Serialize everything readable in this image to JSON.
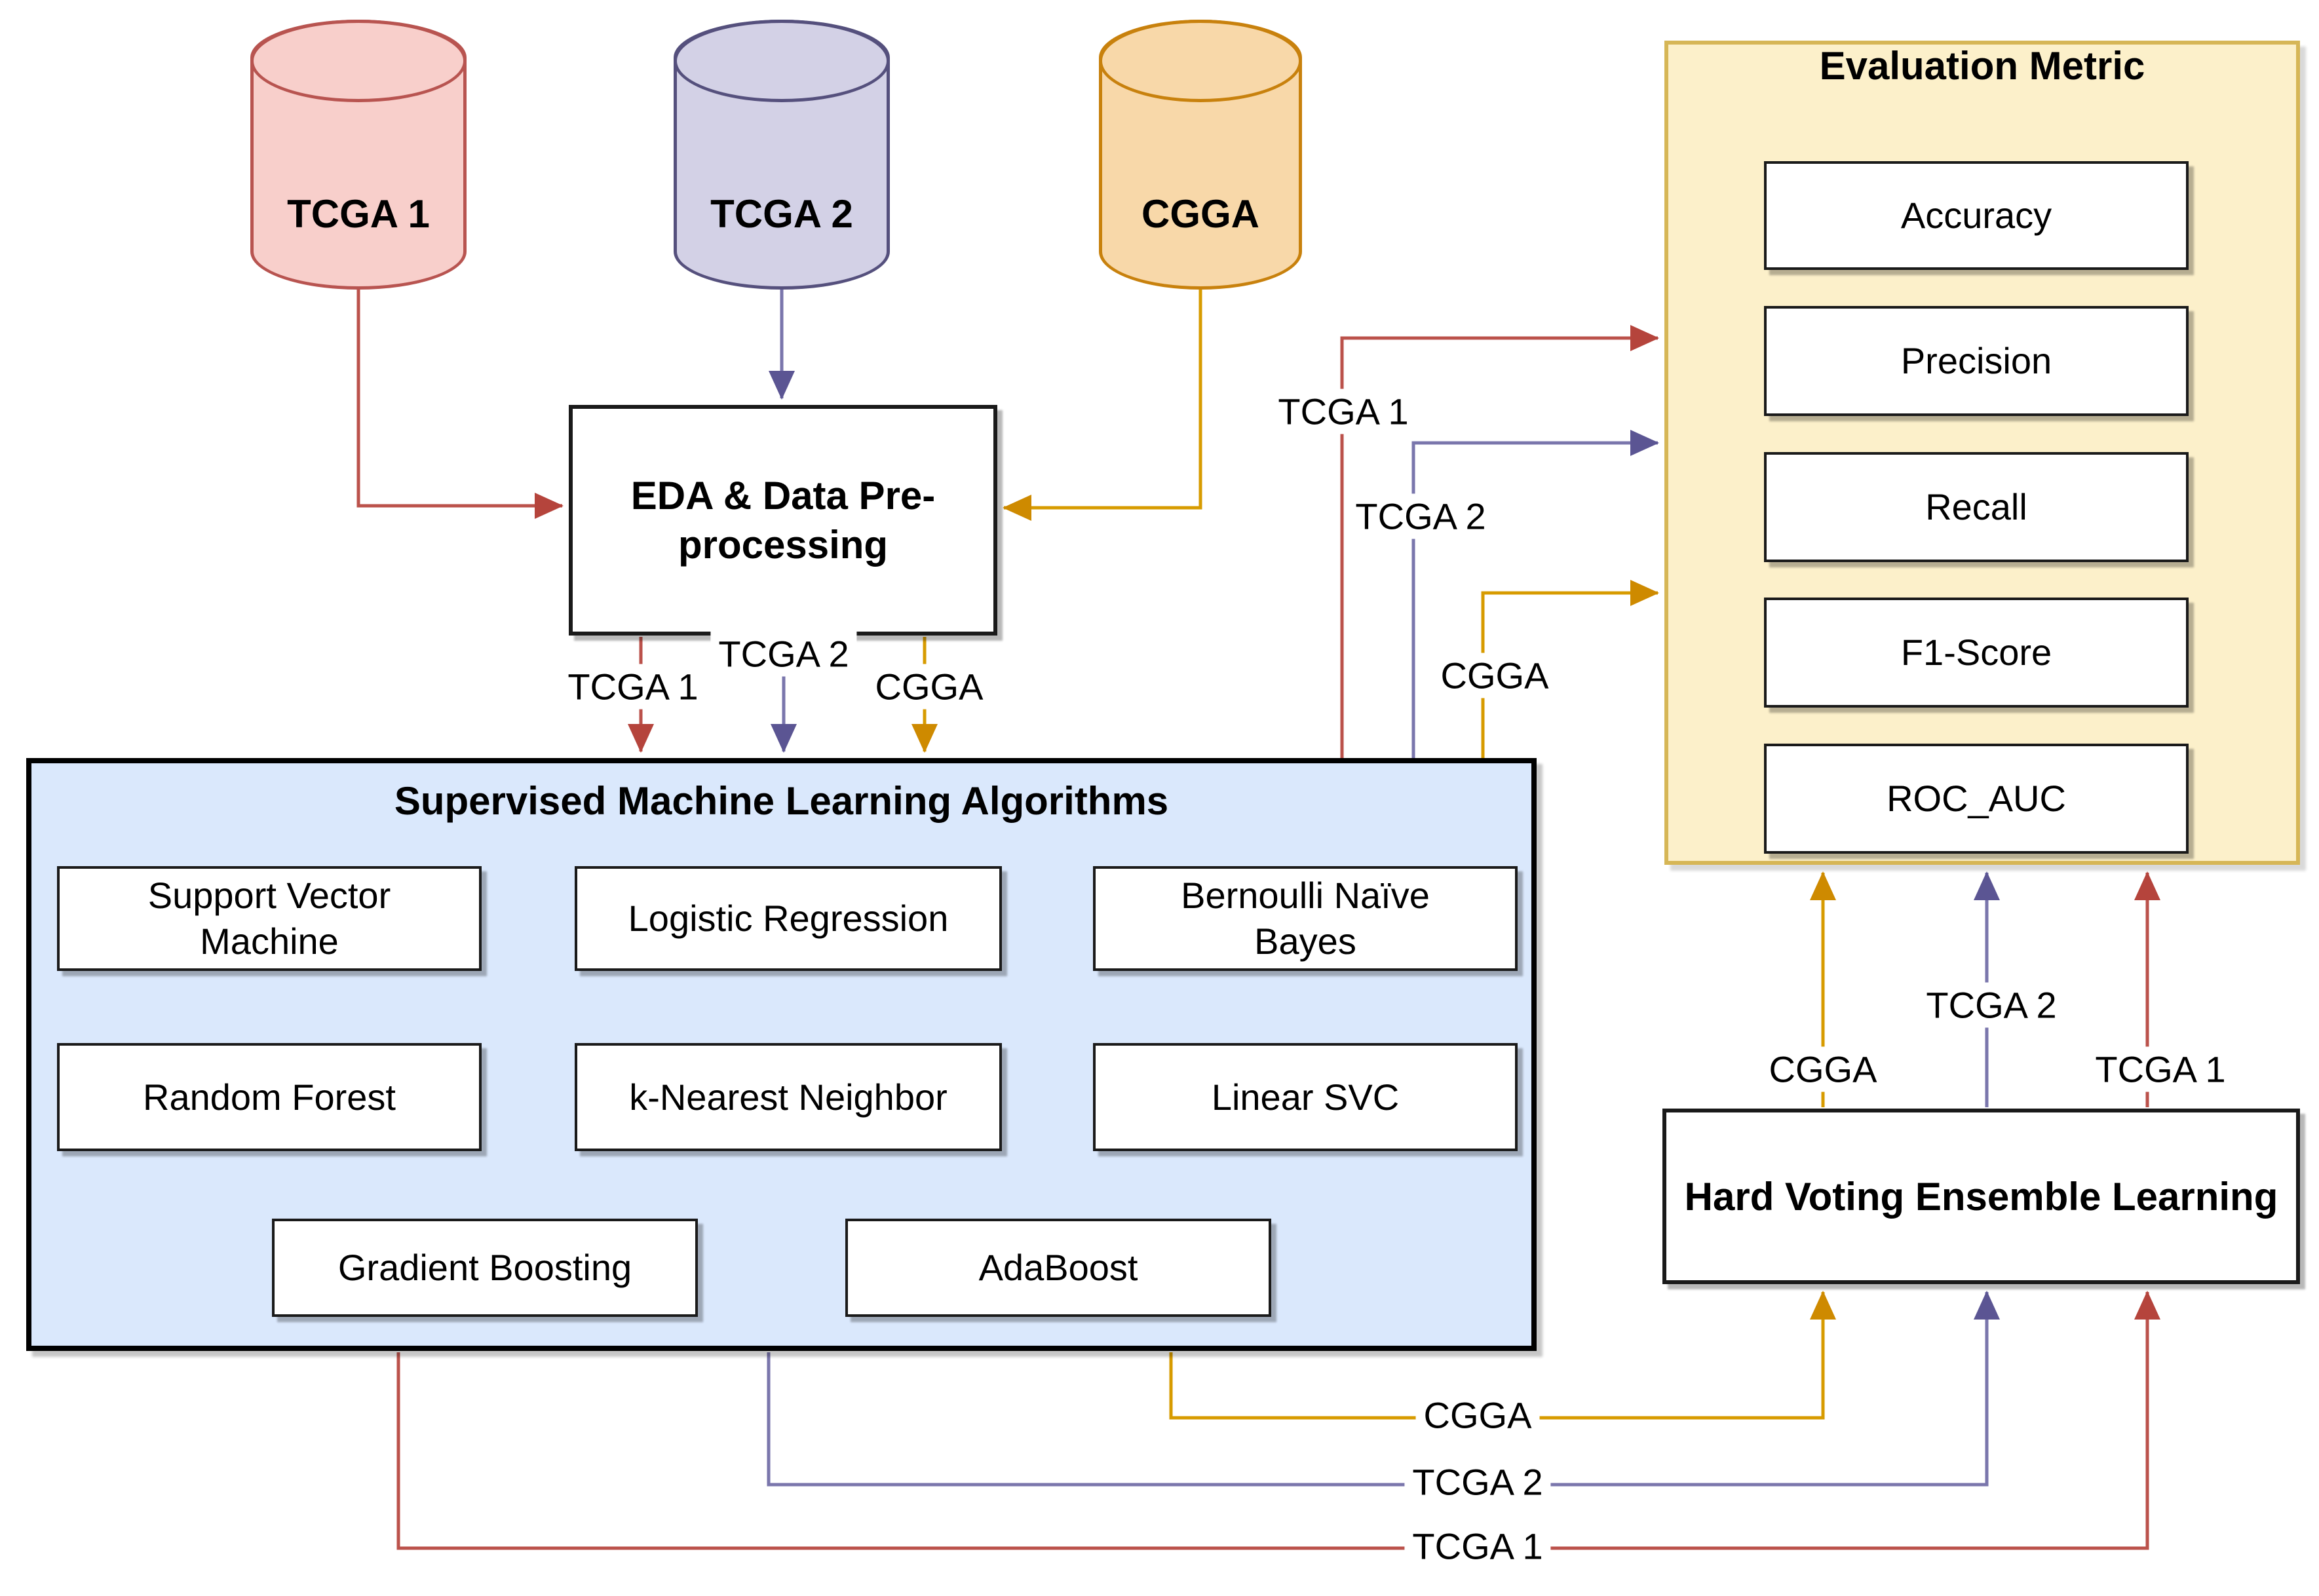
{
  "colors": {
    "line-red": "#BB524B",
    "head-red": "#B5443C",
    "line-purple": "#7A76AC",
    "head-purple": "#5B5593",
    "line-orange": "#D79B00",
    "head-orange": "#CE8A00",
    "db-red-stroke": "#B85450",
    "db-red-fill": "#F8CFCB",
    "db-purple-stroke": "#55507D",
    "db-purple-fill": "#D3D1E6",
    "db-orange-stroke": "#C8810D",
    "db-orange-fill": "#F8D8A9",
    "panel-blue-fill": "#DAE8FC",
    "panel-yellow-fill": "#FCF0CA",
    "panel-yellow-stroke": "#D6B656"
  },
  "databases": {
    "tcga1": "TCGA 1",
    "tcga2": "TCGA 2",
    "cgga": "CGGA"
  },
  "eda": {
    "label": "EDA & Data Pre-processing"
  },
  "smla": {
    "title": "Supervised Machine Learning Algorithms",
    "algorithms": [
      "Support Vector Machine",
      "Logistic Regression",
      "Bernoulli Naïve Bayes",
      "Random Forest",
      "k-Nearest Neighbor",
      "Linear SVC",
      "Gradient Boosting",
      "AdaBoost"
    ]
  },
  "evaluation": {
    "title": "Evaluation Metric",
    "metrics": [
      "Accuracy",
      "Precision",
      "Recall",
      "F1-Score",
      "ROC_AUC"
    ]
  },
  "ensemble": {
    "label": "Hard Voting Ensemble Learning"
  },
  "edge_labels": {
    "eda_to_smla": {
      "tcga1": "TCGA 1",
      "tcga2": "TCGA 2",
      "cgga": "CGGA"
    },
    "smla_to_eval": {
      "tcga1": "TCGA 1",
      "tcga2": "TCGA 2",
      "cgga": "CGGA"
    },
    "hv_to_eval": {
      "tcga1": "TCGA 1",
      "tcga2": "TCGA 2",
      "cgga": "CGGA"
    },
    "smla_to_hv": {
      "tcga1": "TCGA 1",
      "tcga2": "TCGA 2",
      "cgga": "CGGA"
    }
  }
}
